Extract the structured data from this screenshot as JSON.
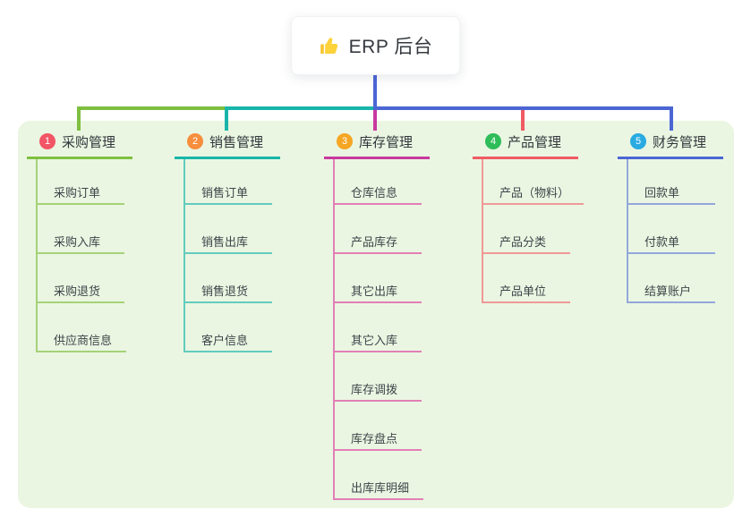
{
  "root": {
    "label": "ERP 后台",
    "icon": "thumbs-up-icon"
  },
  "colors": {
    "panel_background": "#eaf6e2",
    "root_connector": "#4b66d4",
    "branch_lines": [
      "#7fbf3f",
      "#19b5aa",
      "#c8399f",
      "#f15b64",
      "#4b66d4"
    ],
    "badges": [
      "#f25565",
      "#f78e3d",
      "#f5a623",
      "#2ebd59",
      "#29abe2"
    ]
  },
  "branches": [
    {
      "badge": "1",
      "label": "采购管理",
      "items": [
        "采购订单",
        "采购入库",
        "采购退货",
        "供应商信息"
      ]
    },
    {
      "badge": "2",
      "label": "销售管理",
      "items": [
        "销售订单",
        "销售出库",
        "销售退货",
        "客户信息"
      ]
    },
    {
      "badge": "3",
      "label": "库存管理",
      "items": [
        "仓库信息",
        "产品库存",
        "其它出库",
        "其它入库",
        "库存调拨",
        "库存盘点",
        "出库库明细"
      ]
    },
    {
      "badge": "4",
      "label": "产品管理",
      "items": [
        "产品（物料）",
        "产品分类",
        "产品单位"
      ]
    },
    {
      "badge": "5",
      "label": "财务管理",
      "items": [
        "回款单",
        "付款单",
        "结算账户"
      ]
    }
  ]
}
